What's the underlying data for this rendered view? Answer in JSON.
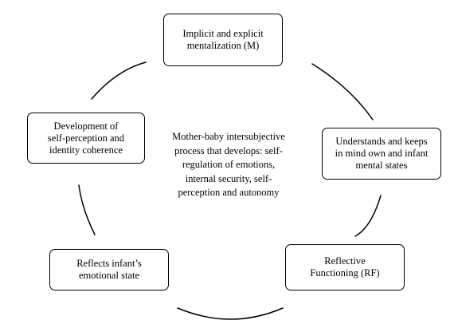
{
  "diagram": {
    "nodes": {
      "mentalization": [
        "Implicit  and explicit",
        "mentalization  (M)"
      ],
      "understands": [
        "Understands and keeps",
        "in mind own and infant",
        "mental states"
      ],
      "reflective_functioning": [
        "Reflective",
        "Functioning (RF)"
      ],
      "reflects_emotional_state": [
        "Reflects infant’s",
        "emotional state"
      ],
      "self_perception": [
        "Development of",
        "self-perception and",
        "identity coherence"
      ]
    },
    "center": [
      "Mother-baby intersubjective",
      "process that develops: self-",
      "regulation of emotions,",
      "internal security, self-",
      "perception and autonomy"
    ]
  }
}
